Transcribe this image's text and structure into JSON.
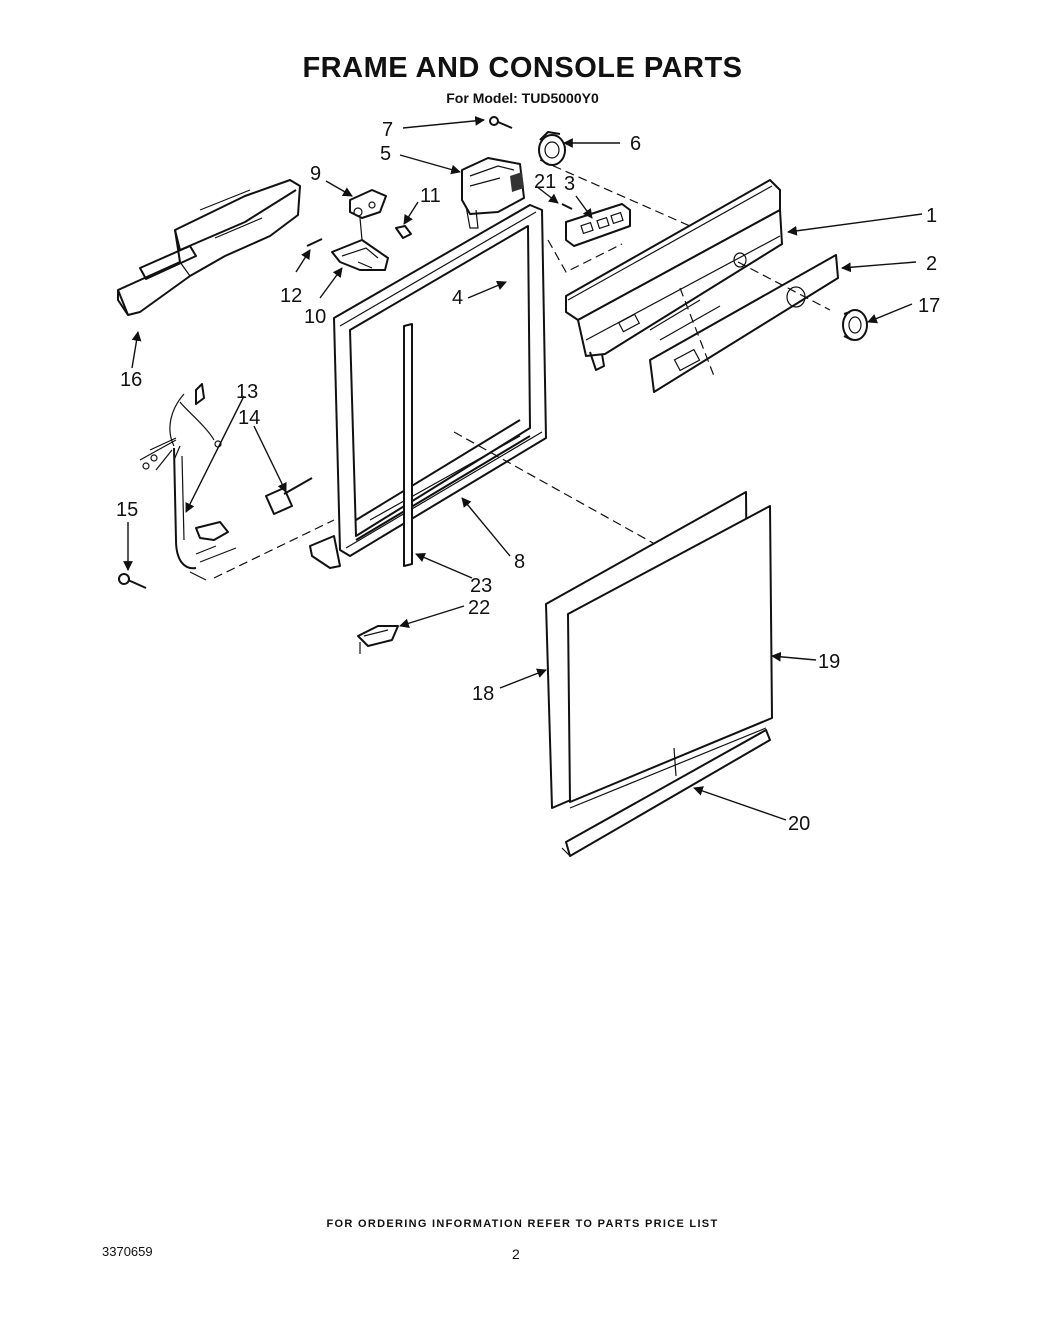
{
  "header": {
    "title": "FRAME AND CONSOLE PARTS",
    "subtitle": "For Model: TUD5000Y0"
  },
  "callouts": {
    "c1": "1",
    "c2": "2",
    "c3": "3",
    "c4": "4",
    "c5": "5",
    "c6": "6",
    "c7": "7",
    "c8": "8",
    "c9": "9",
    "c10": "10",
    "c11": "11",
    "c12": "12",
    "c13": "13",
    "c14": "14",
    "c15": "15",
    "c16": "16",
    "c17": "17",
    "c18": "18",
    "c19": "19",
    "c20": "20",
    "c21": "21",
    "c22": "22",
    "c23": "23"
  },
  "footer": {
    "note": "FOR ORDERING INFORMATION REFER TO PARTS PRICE LIST",
    "doc_number": "3370659",
    "page_number": "2"
  }
}
